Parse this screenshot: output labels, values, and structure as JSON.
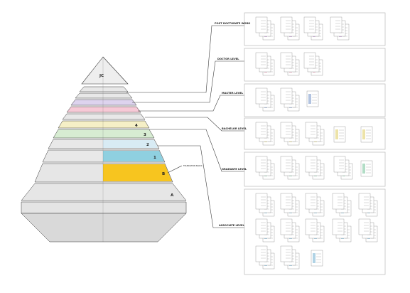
{
  "apex_label": "JC",
  "tiers": [
    {
      "id": "tier-a",
      "label": "A",
      "fill": "#e6e6e6"
    },
    {
      "id": "tier-b",
      "label": "B",
      "fill": "#f7c51f"
    },
    {
      "id": "tier-1",
      "label": "1",
      "fill": "#8fd0e0"
    },
    {
      "id": "tier-2",
      "label": "2",
      "fill": "#d8ebf4"
    },
    {
      "id": "tier-3",
      "label": "3",
      "fill": "#d7ecd2"
    },
    {
      "id": "tier-4",
      "label": "4",
      "fill": "#f5efc6"
    },
    {
      "id": "tier-5",
      "label": "",
      "fill": "#e8e8e8"
    },
    {
      "id": "tier-6",
      "label": "",
      "fill": "#f6c9d6"
    },
    {
      "id": "tier-7",
      "label": "",
      "fill": "#ddd3ee"
    },
    {
      "id": "tier-8",
      "label": "",
      "fill": "#e8e8e8"
    },
    {
      "id": "tier-9",
      "label": "",
      "fill": "#e8e8e8"
    }
  ],
  "foundation_note": "FOUNDATION BLOCK",
  "levels": [
    {
      "label": "POST DOCTORATE WORK",
      "accent": "#c9a6d6"
    },
    {
      "label": "DOCTOR LEVEL",
      "accent": "#e8a3b6"
    },
    {
      "label": "MASTER LEVEL",
      "accent": "#9fb4d8"
    },
    {
      "label": "BACHELOR LEVEL",
      "accent": "#e8dc92"
    },
    {
      "label": "GRADUATE LEVEL",
      "accent": "#9fd4b8"
    },
    {
      "label": "ASSOCIATE LEVEL",
      "accent": "#9cc8df"
    }
  ]
}
